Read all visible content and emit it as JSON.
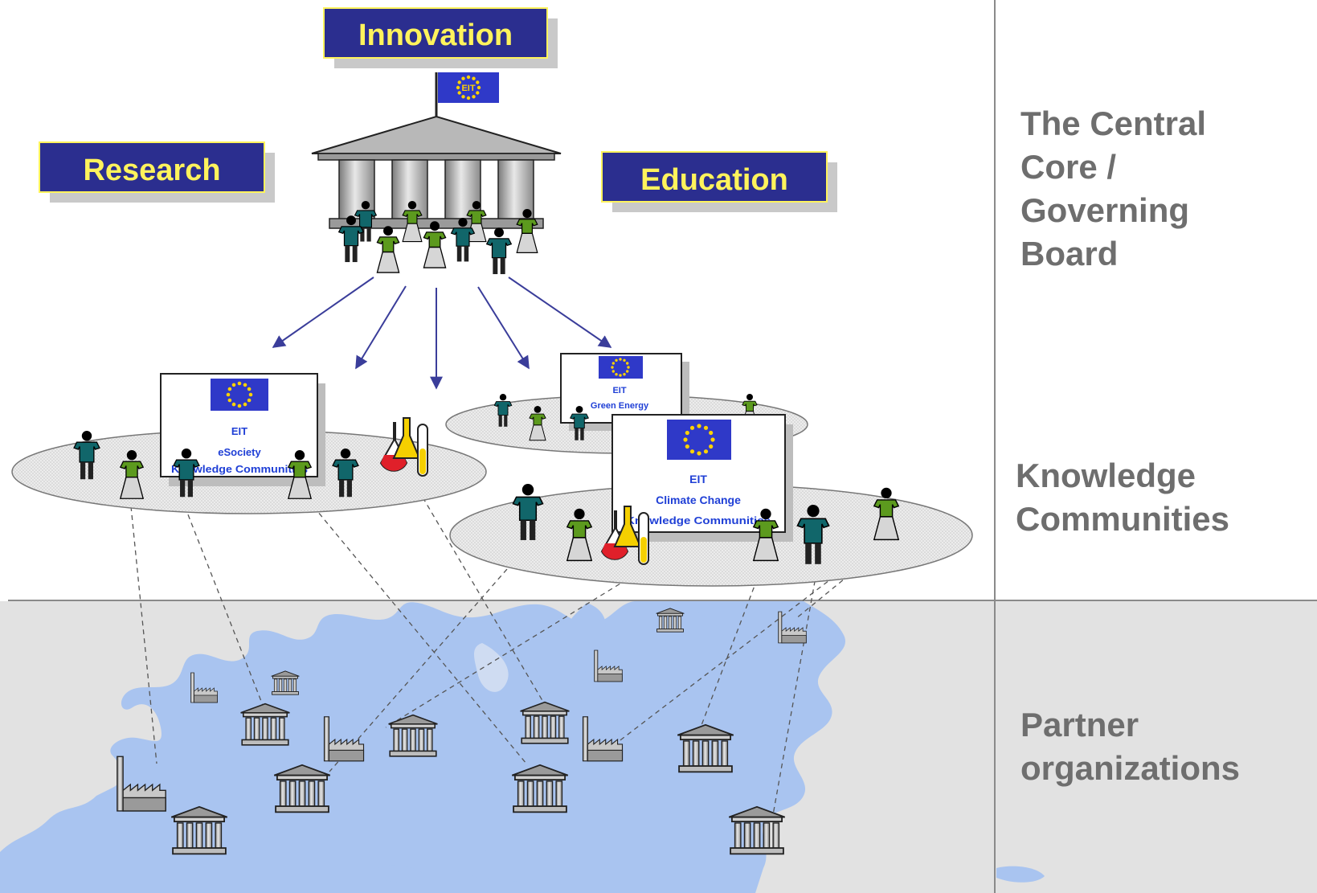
{
  "pillars": {
    "innovation": "Innovation",
    "research": "Research",
    "education": "Education"
  },
  "hq_flag_label": "EIT",
  "communities": {
    "esociety": {
      "line1": "EIT",
      "line2": "eSociety",
      "line3": "Knowledge Communities"
    },
    "green_energy": {
      "line1": "EIT",
      "line2": "Green Energy"
    },
    "climate_change": {
      "line1": "EIT",
      "line2": "Climate Change",
      "line3": "Knowledge Communities"
    }
  },
  "side_labels": {
    "core": [
      "The Central",
      "Core /",
      "Governing",
      "Board"
    ],
    "communities": [
      "Knowledge",
      "Communities"
    ],
    "partners": [
      "Partner",
      "organizations"
    ]
  },
  "colors": {
    "label_fill": "#2b2e8f",
    "label_text": "#fff35c",
    "arrow": "#3a3d9a",
    "eu_blue": "#2f39c8",
    "eu_star": "#ffd200",
    "map_land": "#a9c4f0",
    "map_other": "#e2e2e2",
    "side_text": "#6e6e6e",
    "community_text": "#1f3fd6",
    "person_green": "#5c9a1e",
    "person_teal": "#11666a"
  }
}
